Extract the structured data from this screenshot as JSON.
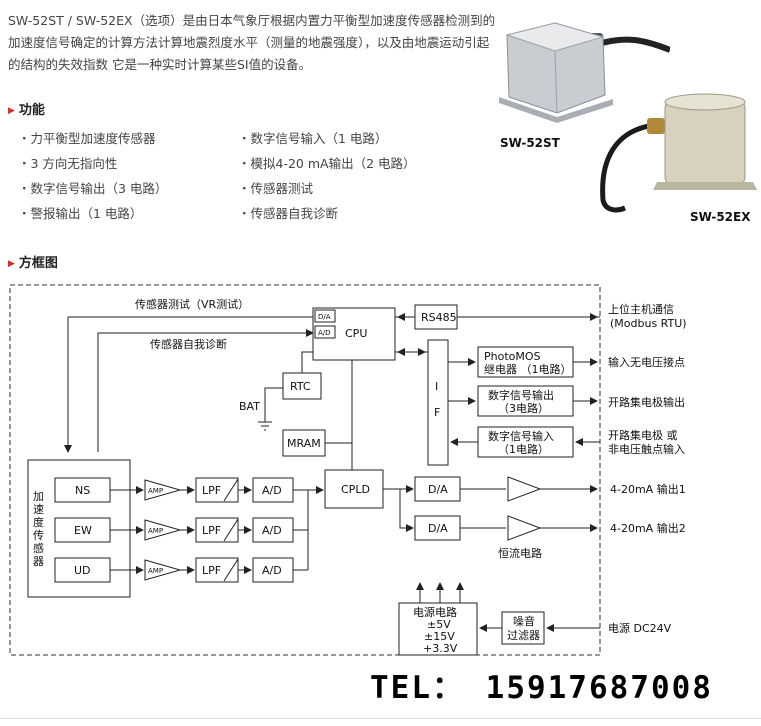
{
  "intro_text": "SW-52ST / SW-52EX（选项）是由日本气象厅根据内置力平衡型加速度传感器检测到的加速度信号确定的计算方法计算地震烈度水平（测量的地震强度），以及由地震运动引起的结构的失效指数 它是一种实时计算某些SI值的设备。",
  "features": {
    "title": "功能",
    "left": [
      "・力平衡型加速度传感器",
      "・3 方向无指向性",
      "・数字信号输出（3 电路）",
      "・警报输出（1 电路）"
    ],
    "right": [
      "・数字信号输入（1 电路）",
      "・模拟4-20 mA输出（2 电路）",
      "・传感器测试",
      "・传感器自我诊断"
    ]
  },
  "products": {
    "a": "SW-52ST",
    "b": "SW-52EX"
  },
  "block_title": "方框图",
  "diagram": {
    "sensor_test": "传感器测试（VR测试）",
    "self_diag": "传感器自我诊断",
    "da_small": "D/A",
    "ad_small": "A/D",
    "cpu": "CPU",
    "rs485": "RS485",
    "rtc": "RTC",
    "bat": "BAT",
    "mram": "MRAM",
    "cpld": "CPLD",
    "if_i": "I",
    "if_f": "F",
    "photomos_1": "PhotoMOS",
    "photomos_2": "继电器 （1电路）",
    "dout_1": "数字信号输出",
    "dout_2": "（3电路）",
    "din_1": "数字信号输入",
    "din_2": "（1电路）",
    "sensor_label": "加速度传感器",
    "ns": "NS",
    "ew": "EW",
    "ud": "UD",
    "amp": "AMP",
    "lpf": "LPF",
    "ad": "A/D",
    "da": "D/A",
    "const_current": "恒流电路",
    "power_1": "电源电路",
    "power_2": "±5V",
    "power_3": "±15V",
    "power_4": "+3.3V",
    "filter_1": "噪音",
    "filter_2": "过滤器",
    "r_host_1": "上位主机通信",
    "r_host_2": "(Modbus RTU)",
    "r_volt": "输入无电压接点",
    "r_oc": "开路集电极输出",
    "r_oc_in_1": "开路集电极 或",
    "r_oc_in_2": "非电压触点输入",
    "r_out1": "4-20mA 输出1",
    "r_out2": "4-20mA 输出2",
    "r_power": "电源 DC24V"
  },
  "tel": "TEL： 15917687008"
}
